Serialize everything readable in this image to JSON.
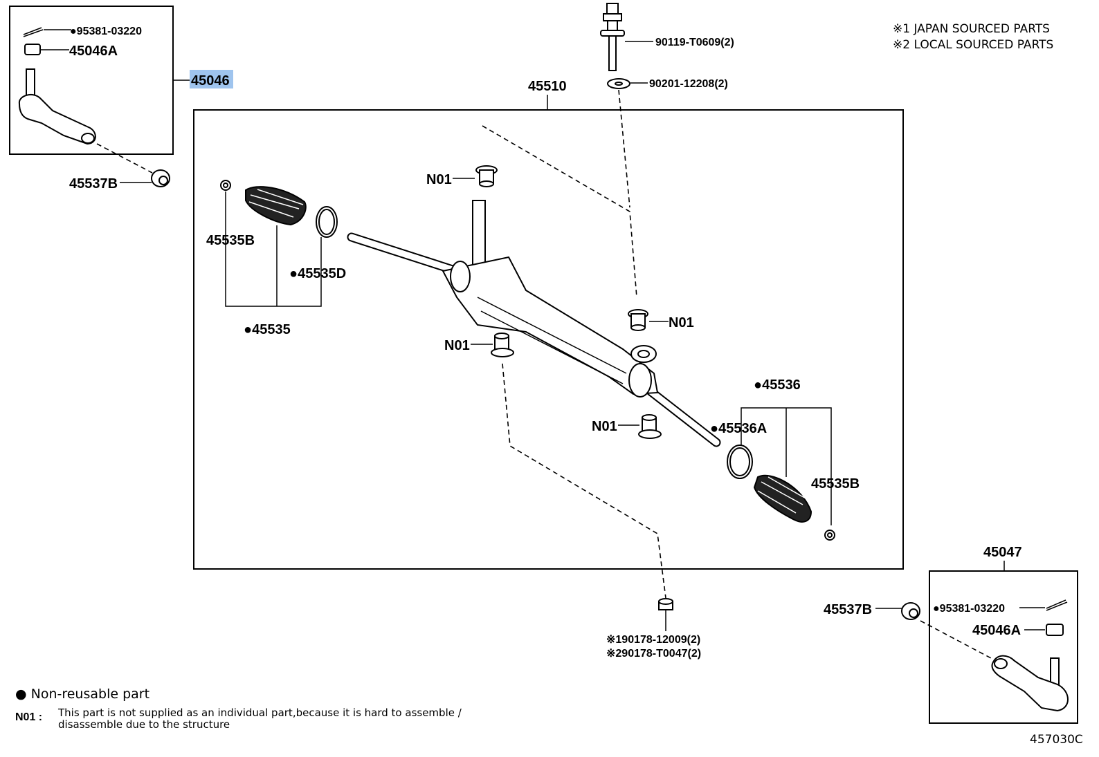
{
  "header_notes": [
    "※1 JAPAN SOURCED PARTS",
    "※2 LOCAL SOURCED PARTS"
  ],
  "callouts": {
    "tie_rod_end_left": "45046",
    "cotter_pin_left": "●95381-03220",
    "nut_left": "45046A",
    "boot_left": "45537B",
    "rack_assembly": "45510",
    "bolt": "90119-T0609(2)",
    "washer": "90201-12208(2)",
    "bushing_top": "N01",
    "bushing_mid_right": "N01",
    "bushing_mid_left": "N01",
    "bushing_low": "N01",
    "clip_left": "45535B",
    "clamp_left": "●45535D",
    "boot_kit_left": "●45535",
    "boot_kit_right": "●45536",
    "clamp_right": "●45536A",
    "clip_right": "45535B",
    "nut_bottom_1": "※190178-12009(2)",
    "nut_bottom_2": "※290178-T0047(2)",
    "tie_rod_end_right": "45047",
    "boot_right": "45537B",
    "cotter_pin_right": "●95381-03220",
    "nut_right": "45046A"
  },
  "legend": {
    "non_reusable": "● Non-reusable part",
    "n01_code": "N01 :",
    "n01_line1": "This part is not supplied as an individual part,because it is hard to assemble /",
    "n01_line2": "disassemble due to the structure"
  },
  "diagram_code": "457030C",
  "colors": {
    "highlight": "#9fc4ee",
    "line": "#000000"
  }
}
